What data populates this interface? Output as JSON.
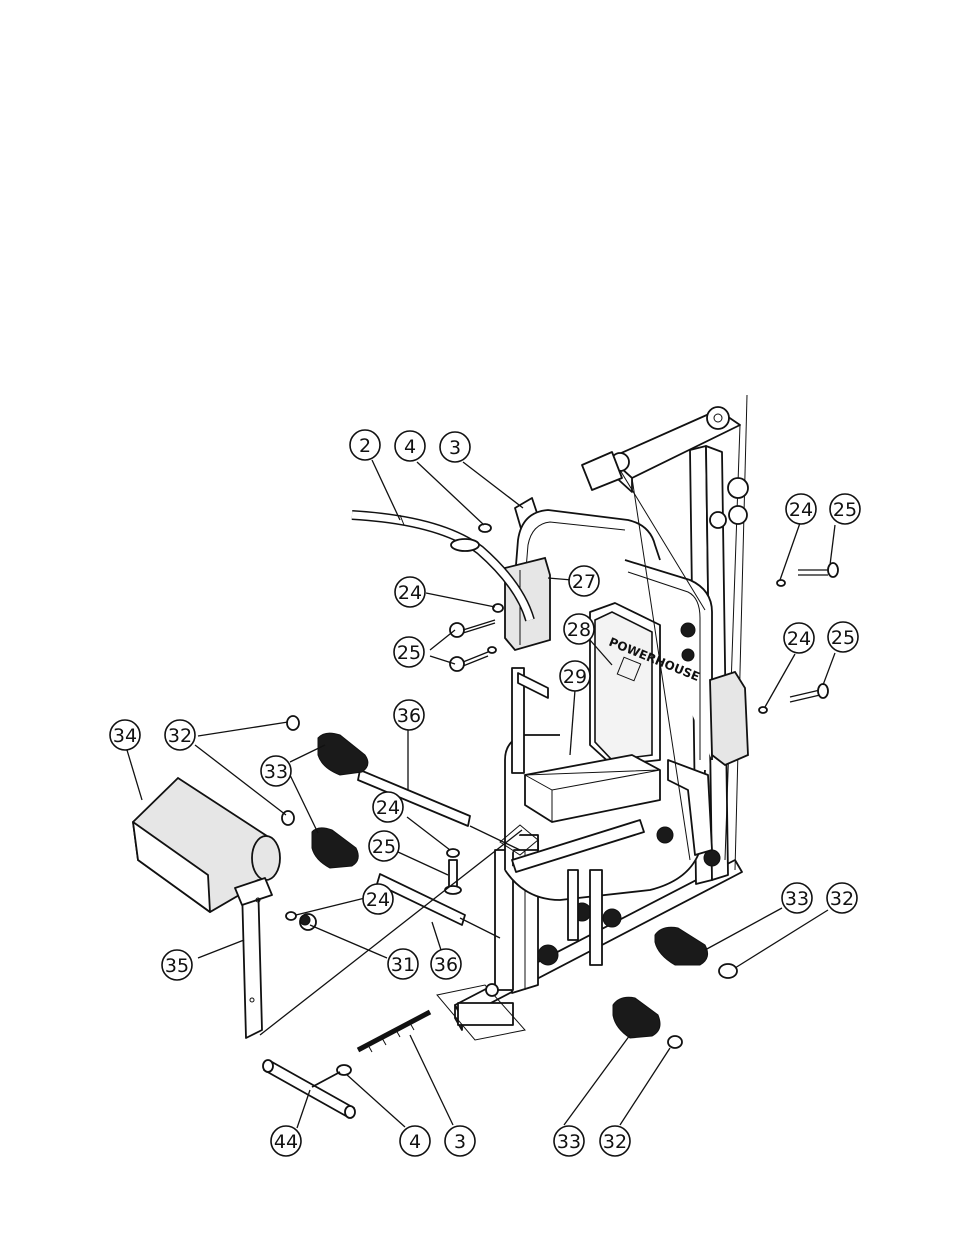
{
  "diagram": {
    "brand_label": "POWERHOUSE",
    "callouts": [
      {
        "id": "c-2-top",
        "label": "2"
      },
      {
        "id": "c-4-top",
        "label": "4"
      },
      {
        "id": "c-3-top",
        "label": "3"
      },
      {
        "id": "c-24-right-upper",
        "label": "24"
      },
      {
        "id": "c-25-right-upper",
        "label": "25"
      },
      {
        "id": "c-27",
        "label": "27"
      },
      {
        "id": "c-24-left-upper",
        "label": "24"
      },
      {
        "id": "c-28",
        "label": "28"
      },
      {
        "id": "c-25-left-upper",
        "label": "25"
      },
      {
        "id": "c-24-right-lower",
        "label": "24"
      },
      {
        "id": "c-25-right-lower",
        "label": "25"
      },
      {
        "id": "c-29",
        "label": "29"
      },
      {
        "id": "c-36-upper",
        "label": "36"
      },
      {
        "id": "c-34",
        "label": "34"
      },
      {
        "id": "c-32-left",
        "label": "32"
      },
      {
        "id": "c-33-left",
        "label": "33"
      },
      {
        "id": "c-24-mid",
        "label": "24"
      },
      {
        "id": "c-25-mid",
        "label": "25"
      },
      {
        "id": "c-24-lower",
        "label": "24"
      },
      {
        "id": "c-33-right",
        "label": "33"
      },
      {
        "id": "c-32-right",
        "label": "32"
      },
      {
        "id": "c-35",
        "label": "35"
      },
      {
        "id": "c-31",
        "label": "31"
      },
      {
        "id": "c-36-lower",
        "label": "36"
      },
      {
        "id": "c-44",
        "label": "44"
      },
      {
        "id": "c-4-bottom",
        "label": "4"
      },
      {
        "id": "c-3-bottom",
        "label": "3"
      },
      {
        "id": "c-33-bottom",
        "label": "33"
      },
      {
        "id": "c-32-bottom",
        "label": "32"
      }
    ]
  }
}
